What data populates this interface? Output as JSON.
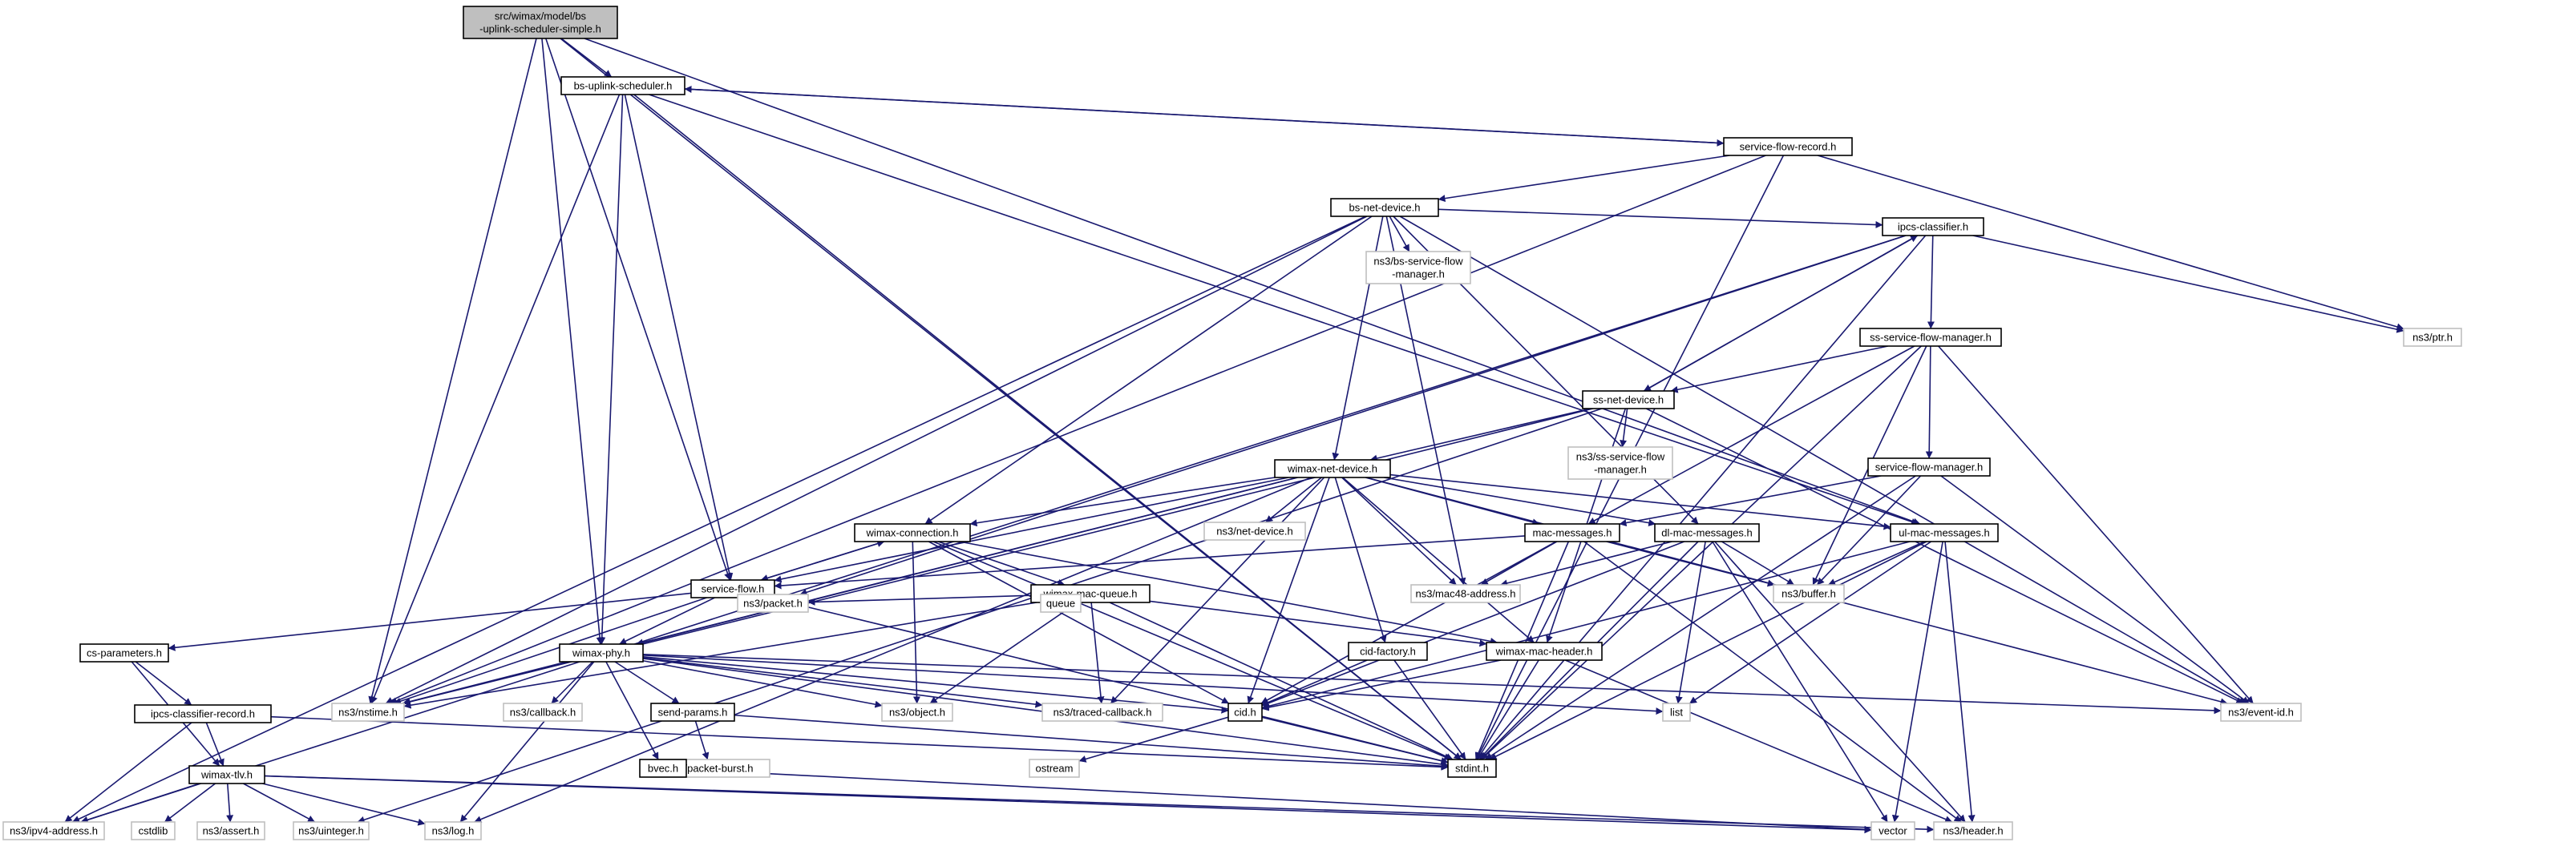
{
  "title": "src/wimax/model/bs-uplink-scheduler-simple.h",
  "colors": {
    "edge": "#191970",
    "root_fill": "#bfbfbf",
    "doc_border": "#000000",
    "external_border": "#bfbfbf"
  },
  "nodes": {
    "root": [
      "src/wimax/model/bs",
      "-uplink-scheduler-simple.h"
    ],
    "bs_uplink_scheduler": [
      "bs-uplink-scheduler.h"
    ],
    "service_flow_record": [
      "service-flow-record.h"
    ],
    "bs_net_device": [
      "bs-net-device.h"
    ],
    "bs_service_flow_manager": [
      "ns3/bs-service-flow",
      "-manager.h"
    ],
    "ipcs_classifier": [
      "ipcs-classifier.h"
    ],
    "ptr": [
      "ns3/ptr.h"
    ],
    "ss_service_flow_manager": [
      "ss-service-flow-manager.h"
    ],
    "ss_net_device": [
      "ss-net-device.h"
    ],
    "ss_ss_service_flow_manager": [
      "ns3/ss-service-flow",
      "-manager.h"
    ],
    "service_flow_manager": [
      "service-flow-manager.h"
    ],
    "wimax_net_device": [
      "wimax-net-device.h"
    ],
    "net_device": [
      "ns3/net-device.h"
    ],
    "wimax_connection": [
      "wimax-connection.h"
    ],
    "mac_messages": [
      "mac-messages.h"
    ],
    "dl_mac_messages": [
      "dl-mac-messages.h"
    ],
    "ul_mac_messages": [
      "ul-mac-messages.h"
    ],
    "mac48_address": [
      "ns3/mac48-address.h"
    ],
    "buffer": [
      "ns3/buffer.h"
    ],
    "service_flow": [
      "service-flow.h"
    ],
    "wimax_mac_queue": [
      "wimax-mac-queue.h"
    ],
    "cs_parameters": [
      "cs-parameters.h"
    ],
    "wimax_phy": [
      "wimax-phy.h"
    ],
    "packet": [
      "ns3/packet.h"
    ],
    "queue": [
      "queue"
    ],
    "cid_factory": [
      "cid-factory.h"
    ],
    "wimax_mac_header": [
      "wimax-mac-header.h"
    ],
    "ipcs_classifier_record": [
      "ipcs-classifier-record.h"
    ],
    "nstime": [
      "ns3/nstime.h"
    ],
    "callback": [
      "ns3/callback.h"
    ],
    "send_params": [
      "send-params.h"
    ],
    "object": [
      "ns3/object.h"
    ],
    "traced_callback": [
      "ns3/traced-callback.h"
    ],
    "cid": [
      "cid.h"
    ],
    "list": [
      "list"
    ],
    "event_id": [
      "ns3/event-id.h"
    ],
    "packet_burst": [
      "ns3/packet-burst.h"
    ],
    "wimax_tlv": [
      "wimax-tlv.h"
    ],
    "bvec": [
      "bvec.h"
    ],
    "ostream": [
      "ostream"
    ],
    "stdint": [
      "stdint.h"
    ],
    "ipv4_address": [
      "ns3/ipv4-address.h"
    ],
    "cstdlib": [
      "cstdlib"
    ],
    "assert": [
      "ns3/assert.h"
    ],
    "uinteger": [
      "ns3/uinteger.h"
    ],
    "log": [
      "ns3/log.h"
    ],
    "vector": [
      "vector"
    ],
    "header": [
      "ns3/header.h"
    ]
  }
}
